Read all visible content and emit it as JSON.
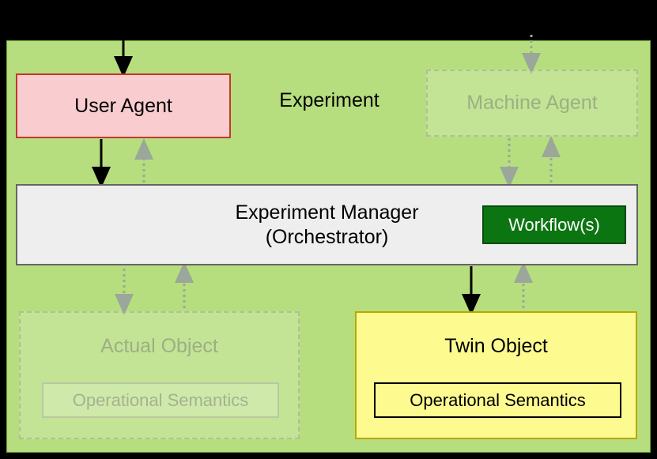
{
  "diagram": {
    "title": "Experiment",
    "background_color": "#000000",
    "panel_color": "#b6de7e",
    "nodes": {
      "user_agent": {
        "label": "User Agent",
        "color": "#f9cdd0",
        "border_color": "#c0392b",
        "state": "active"
      },
      "machine_agent": {
        "label": "Machine Agent",
        "color": "#ffffff",
        "state": "ghosted"
      },
      "experiment_manager": {
        "line1": "Experiment Manager",
        "line2": "(Orchestrator)",
        "color": "#eeeeee",
        "border_color": "#666666",
        "state": "active"
      },
      "workflows": {
        "label": "Workflow(s)",
        "color": "#0b7512",
        "text_color": "#ffffff",
        "state": "active"
      },
      "actual_object": {
        "label": "Actual Object",
        "inner_label": "Operational Semantics",
        "state": "ghosted"
      },
      "twin_object": {
        "label": "Twin Object",
        "inner_label": "Operational Semantics",
        "color": "#fdfa90",
        "border_color": "#b9a800",
        "state": "active"
      }
    },
    "edges": [
      {
        "name": "external-to-user-agent",
        "from": "outside-top",
        "to": "user_agent",
        "style": "solid"
      },
      {
        "name": "user-agent-to-manager",
        "from": "user_agent",
        "to": "experiment_manager",
        "style": "solid"
      },
      {
        "name": "manager-to-user-agent",
        "from": "experiment_manager",
        "to": "user_agent",
        "style": "dotted"
      },
      {
        "name": "external-to-machine-agent",
        "from": "outside-top",
        "to": "machine_agent",
        "style": "dotted"
      },
      {
        "name": "machine-agent-to-manager",
        "from": "machine_agent",
        "to": "experiment_manager",
        "style": "dotted"
      },
      {
        "name": "manager-to-machine-agent",
        "from": "experiment_manager",
        "to": "machine_agent",
        "style": "dotted"
      },
      {
        "name": "manager-to-actual-object",
        "from": "experiment_manager",
        "to": "actual_object",
        "style": "dotted"
      },
      {
        "name": "actual-object-to-manager",
        "from": "actual_object",
        "to": "experiment_manager",
        "style": "dotted"
      },
      {
        "name": "manager-to-twin-object",
        "from": "experiment_manager",
        "to": "twin_object",
        "style": "solid"
      },
      {
        "name": "twin-object-to-manager",
        "from": "twin_object",
        "to": "experiment_manager",
        "style": "dotted"
      }
    ]
  }
}
